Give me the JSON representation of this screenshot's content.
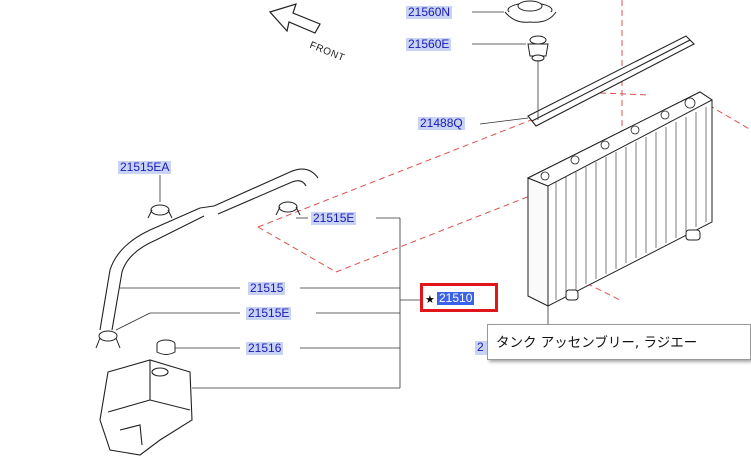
{
  "front_label": "FRONT",
  "parts": [
    {
      "id": "p-21560N",
      "label": "21560N"
    },
    {
      "id": "p-21560E",
      "label": "21560E"
    },
    {
      "id": "p-21488Q",
      "label": "21488Q"
    },
    {
      "id": "p-21515EA",
      "label": "21515EA"
    },
    {
      "id": "p-21515E-a",
      "label": "21515E"
    },
    {
      "id": "p-21515",
      "label": "21515"
    },
    {
      "id": "p-21515E-b",
      "label": "21515E"
    },
    {
      "id": "p-21516",
      "label": "21516"
    },
    {
      "id": "p-21510",
      "label": "21510"
    }
  ],
  "selected_part": {
    "label": "21510",
    "marker": "★"
  },
  "tooltip": {
    "text": "タンク アッセンブリー, ラジエー"
  },
  "partial_label": "2",
  "colors": {
    "highlight": "#e0161b",
    "label_bg": "#c9d3f4",
    "label_text": "#1a1ab8",
    "selected_bg": "#3a63e8"
  }
}
